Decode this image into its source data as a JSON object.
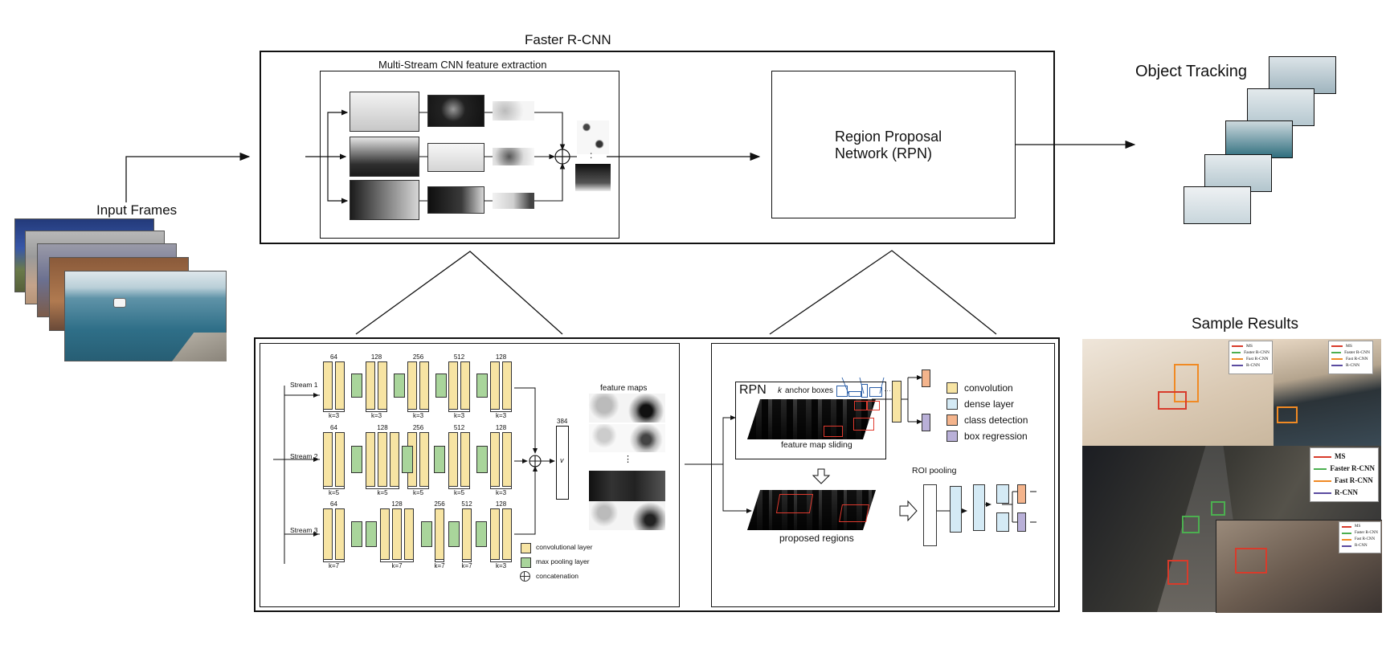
{
  "top": {
    "faster_rcnn_title": "Faster R-CNN",
    "ms_title": "Multi-Stream CNN feature extraction",
    "rpn_label_line1": "Region Proposal",
    "rpn_label_line2": "Network (RPN)",
    "dots": ":"
  },
  "input": {
    "title": "Input Frames"
  },
  "tracking": {
    "title": "Object Tracking"
  },
  "samples": {
    "title": "Sample Results",
    "legend": [
      "MS",
      "Faster R-CNN",
      "Fast R-CNN",
      "R-CNN"
    ],
    "legend_colors": [
      "#d83b2b",
      "#4caf50",
      "#f08a24",
      "#5b4ba0"
    ]
  },
  "cnn": {
    "streams": [
      "Stream 1",
      "Stream 2",
      "Stream 3"
    ],
    "channels_row1": [
      "64",
      "128",
      "256",
      "512",
      "128"
    ],
    "channels_row2": [
      "64",
      "128",
      "256",
      "512",
      "128"
    ],
    "channels_row3": [
      "64",
      "128",
      "256",
      "512",
      "128"
    ],
    "k_row1": [
      "k=3",
      "k=3",
      "k=3",
      "k=3",
      "k=3"
    ],
    "k_row2": [
      "k=5",
      "k=5",
      "k=5",
      "k=5",
      "k=3"
    ],
    "k_row3": [
      "k=7",
      "k=7",
      "k=7",
      "k=7",
      "k=3"
    ],
    "concat_size": "384",
    "v_label": "v",
    "feature_maps": "feature maps",
    "vdots": "⋮",
    "legend": {
      "conv": "convolutional layer",
      "pool": "max pooling layer",
      "concat": "concatenation"
    },
    "colors": {
      "conv": "#f7e4a3",
      "pool": "#a9d59b"
    }
  },
  "rpn": {
    "title": "RPN",
    "anchor_k": "k",
    "anchor_text": "anchor boxes",
    "anchor_dots": "···",
    "sliding": "feature map sliding",
    "proposed": "proposed regions",
    "roi": "ROI pooling",
    "legend": [
      "convolution",
      "dense layer",
      "class detection",
      "box regression"
    ],
    "legend_colors": [
      "#f7e4a3",
      "#d4eaf5",
      "#f4b48c",
      "#b9b0d8"
    ]
  }
}
